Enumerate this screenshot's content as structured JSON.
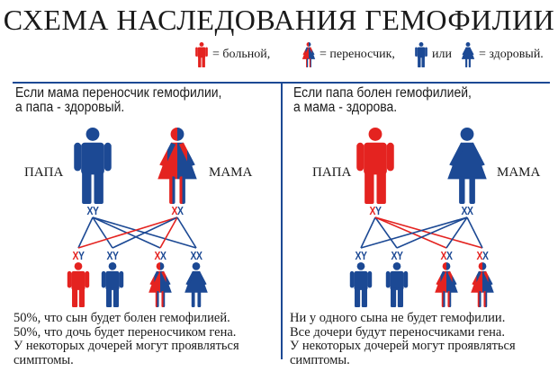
{
  "title": "СХЕМА НАСЛЕДОВАНИЯ ГЕМОФИЛИИ",
  "colors": {
    "red": "#e42320",
    "blue": "#1c4994",
    "line": "#1c4994"
  },
  "legend": [
    {
      "figures": [
        {
          "type": "man",
          "color": "red"
        }
      ],
      "label": "= больной,"
    },
    {
      "figures": [
        {
          "type": "woman",
          "color": "split"
        }
      ],
      "label": "= переносчик,"
    },
    {
      "figures": [
        {
          "type": "man",
          "color": "blue"
        }
      ],
      "label": "или"
    },
    {
      "figures": [
        {
          "type": "woman",
          "color": "blue"
        }
      ],
      "label": "= здоровый."
    }
  ],
  "panels": [
    {
      "heading": [
        "Если мама переносчик гемофилии,",
        "а папа - здоровый."
      ],
      "papa_label": "ПАПА",
      "mama_label": "МАМА",
      "papa": {
        "color": "blue",
        "genotype": "XY",
        "geno_colors": [
          "blue",
          "blue"
        ]
      },
      "mama": {
        "color": "split",
        "genotype": "XX",
        "geno_colors": [
          "red",
          "blue"
        ]
      },
      "children": [
        {
          "type": "man",
          "color": "red",
          "genotype": "XY",
          "geno_colors": [
            "red",
            "blue"
          ]
        },
        {
          "type": "man",
          "color": "blue",
          "genotype": "XY",
          "geno_colors": [
            "blue",
            "blue"
          ]
        },
        {
          "type": "woman",
          "color": "split",
          "genotype": "XX",
          "geno_colors": [
            "red",
            "blue"
          ]
        },
        {
          "type": "woman",
          "color": "blue",
          "genotype": "XX",
          "geno_colors": [
            "blue",
            "blue"
          ]
        }
      ],
      "links": {
        "papa": [
          "blue",
          "blue",
          "blue",
          "blue"
        ],
        "mama": [
          "red",
          "blue",
          "red",
          "blue"
        ]
      },
      "result": [
        "50%, что сын будет болен гемофилией.",
        "50%, что дочь будет переносчиком гена.",
        "У некоторых дочерей могут проявляться",
        "симптомы."
      ]
    },
    {
      "heading": [
        "Если папа болен гемофилией,",
        "а мама - здорова."
      ],
      "papa_label": "ПАПА",
      "mama_label": "МАМА",
      "papa": {
        "color": "red",
        "genotype": "XY",
        "geno_colors": [
          "red",
          "blue"
        ]
      },
      "mama": {
        "color": "blue",
        "genotype": "XX",
        "geno_colors": [
          "blue",
          "blue"
        ]
      },
      "children": [
        {
          "type": "man",
          "color": "blue",
          "genotype": "XY",
          "geno_colors": [
            "blue",
            "blue"
          ]
        },
        {
          "type": "man",
          "color": "blue",
          "genotype": "XY",
          "geno_colors": [
            "blue",
            "blue"
          ]
        },
        {
          "type": "woman",
          "color": "split",
          "genotype": "XX",
          "geno_colors": [
            "red",
            "blue"
          ]
        },
        {
          "type": "woman",
          "color": "split",
          "genotype": "XX",
          "geno_colors": [
            "red",
            "blue"
          ]
        }
      ],
      "links": {
        "papa": [
          "blue",
          "blue",
          "red",
          "red"
        ],
        "mama": [
          "blue",
          "blue",
          "blue",
          "blue"
        ]
      },
      "result": [
        "Ни у одного сына не будет гемофилии.",
        "Все дочери будут переносчиками гена.",
        "У некоторых дочерей могут проявляться",
        "симптомы."
      ]
    }
  ]
}
